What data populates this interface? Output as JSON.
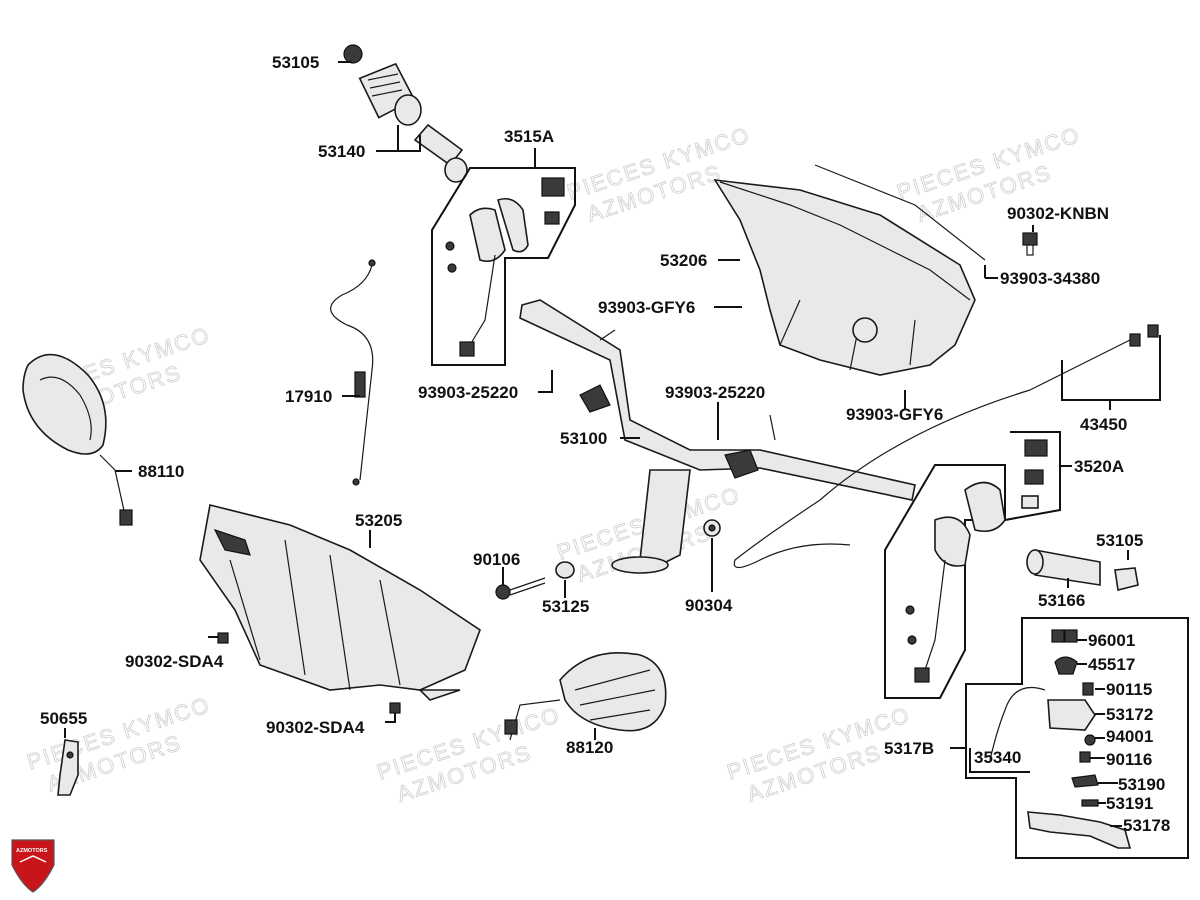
{
  "watermark": {
    "line1": "PIECES KYMCO",
    "line2": "AZMOTORS"
  },
  "logo": {
    "text": "AZMOTORS"
  },
  "labels": {
    "p53105a": "53105",
    "p53140": "53140",
    "p3515A": "3515A",
    "p17910": "17910",
    "p88110": "88110",
    "p53205": "53205",
    "p90302sda4a": "90302-SDA4",
    "p90302sda4b": "90302-SDA4",
    "p50655": "50655",
    "p93903_25220a": "93903-25220",
    "p93903_25220b": "93903-25220",
    "p53100": "53100",
    "p93903gfy6a": "93903-GFY6",
    "p53206": "53206",
    "p90302knbn": "90302-KNBN",
    "p93903_34380": "93903-34380",
    "p93903gfy6b": "93903-GFY6",
    "p43450": "43450",
    "p3520A": "3520A",
    "p53105b": "53105",
    "p53166": "53166",
    "p90106": "90106",
    "p53125": "53125",
    "p90304": "90304",
    "p88120": "88120",
    "p96001": "96001",
    "p45517": "45517",
    "p90115": "90115",
    "p53172": "53172",
    "p5317B": "5317B",
    "p35340": "35340",
    "p94001": "94001",
    "p90116": "90116",
    "p53190": "53190",
    "p53191": "53191",
    "p53178": "53178"
  }
}
